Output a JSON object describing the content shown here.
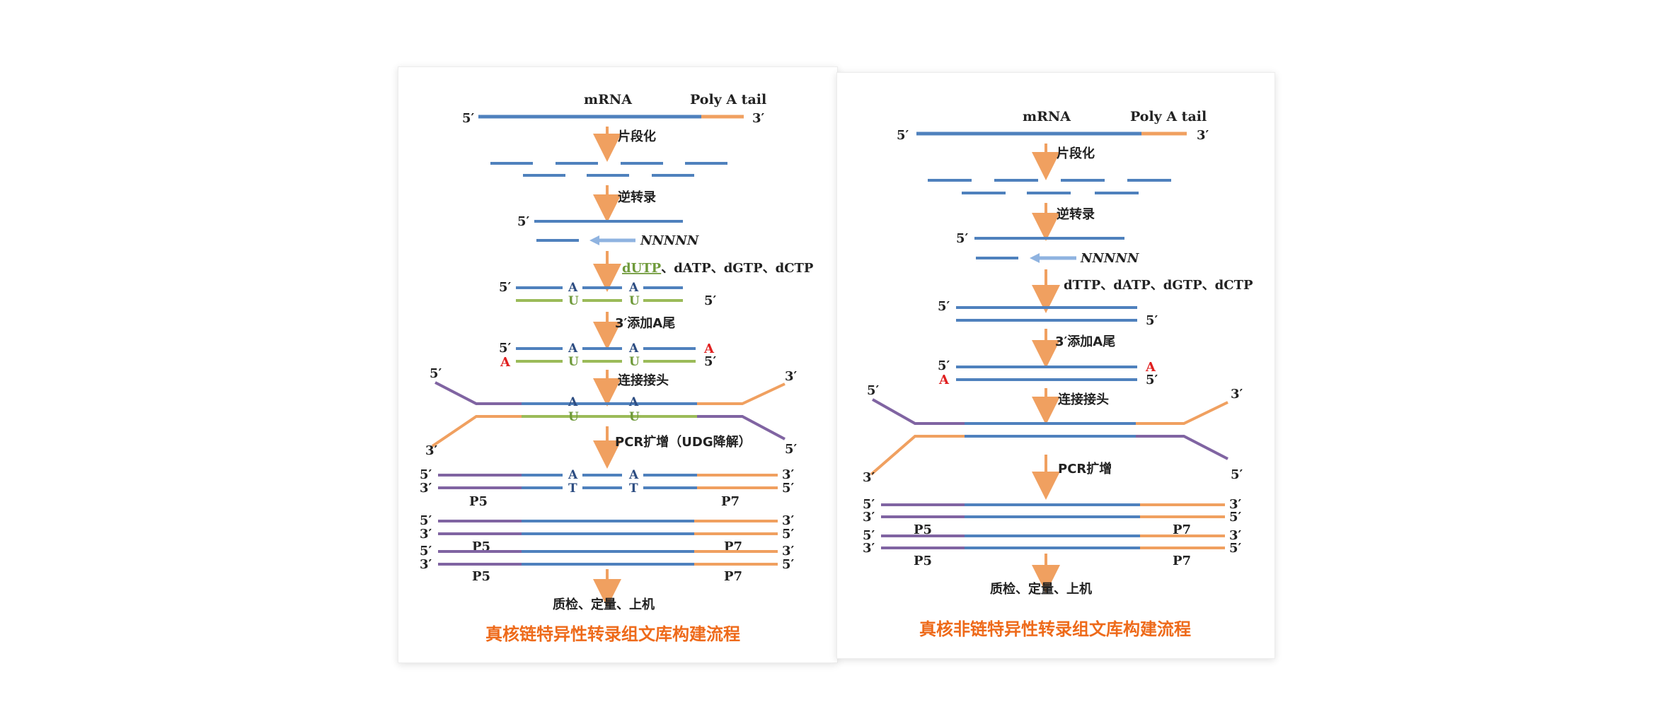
{
  "colors": {
    "mrna": "#4f81bd",
    "polya": "#f0a060",
    "arrow": "#f0a060",
    "dutp_strand": "#9bbb59",
    "adapter_purple": "#8064a2",
    "title": "#ee6a1a",
    "accent_red": "#e02020"
  },
  "common": {
    "mrna": "mRNA",
    "poly_a_tail": "Poly A tail",
    "end5": "5′",
    "end3": "3′",
    "nnnnn": "NNNNN",
    "base_a": "A",
    "base_u": "U",
    "base_t": "T",
    "p5": "P5",
    "p7": "P7"
  },
  "left": {
    "step_fragment": "片段化",
    "step_rt": "逆转录",
    "nt_dutp": "dUTP",
    "nt_rest": "、dATP、dGTP、dCTP",
    "step_a_tail": "3′添加A尾",
    "step_ligation": "连接接头",
    "step_pcr": "PCR扩增（UDG降解）",
    "step_qc": "质检、定量、上机",
    "title": "真核链特异性转录组文库构建流程"
  },
  "right": {
    "step_fragment": "片段化",
    "step_rt": "逆转录",
    "nt_line": "dTTP、dATP、dGTP、dCTP",
    "step_a_tail": "3′添加A尾",
    "step_ligation": "连接接头",
    "step_pcr": "PCR扩增",
    "step_qc": "质检、定量、上机",
    "title": "真核非链特异性转录组文库构建流程"
  }
}
